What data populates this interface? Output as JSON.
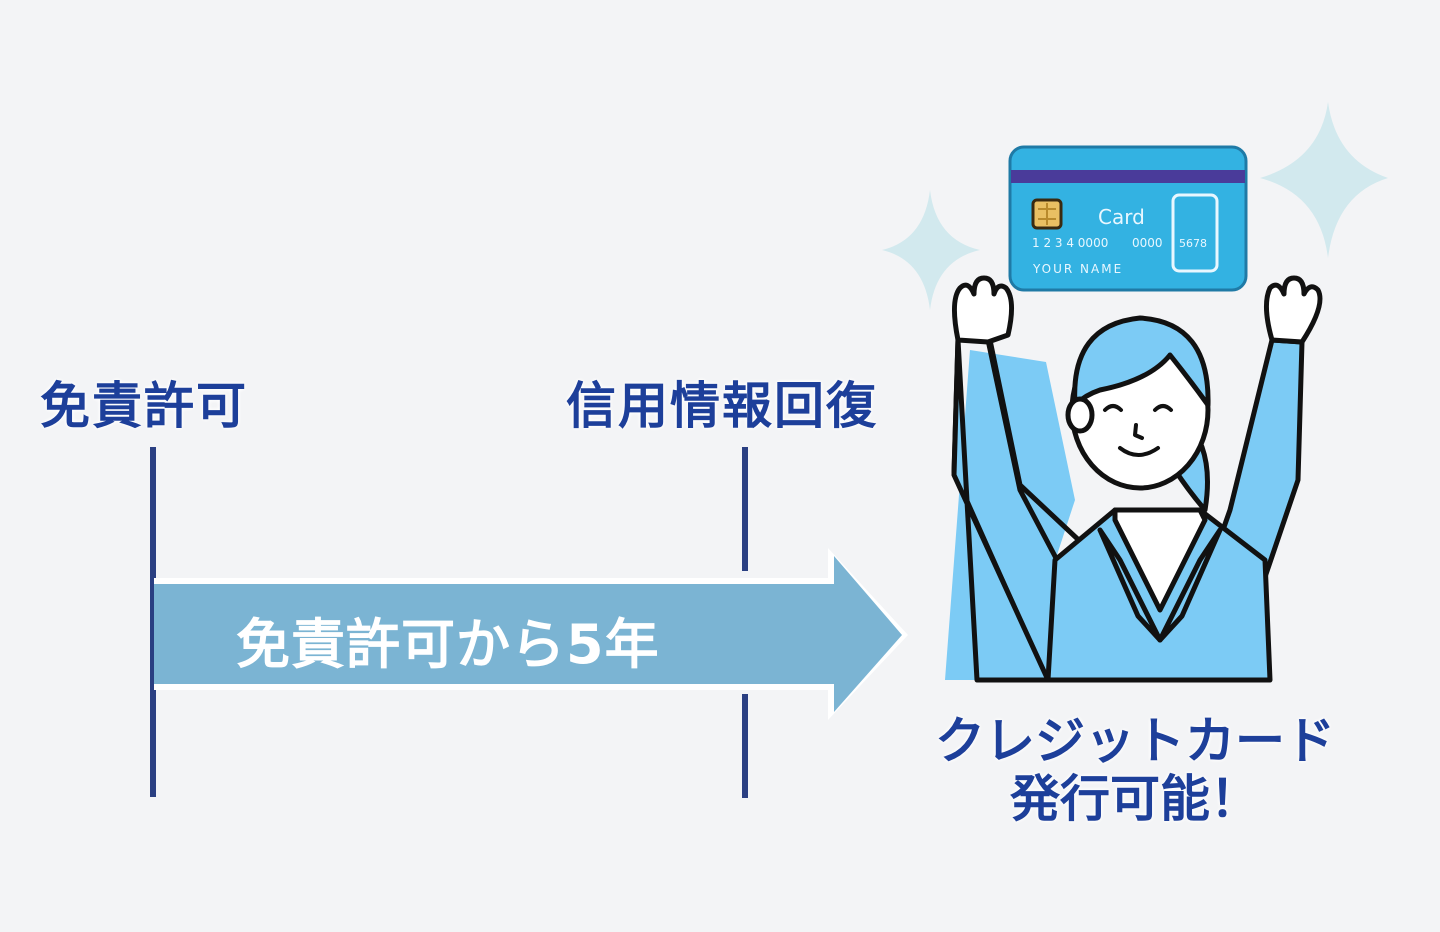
{
  "timeline": {
    "start_label": "免責許可",
    "milestone_label": "信用情報回復",
    "arrow_label": "免責許可から5年",
    "result_line1": "クレジットカード",
    "result_line2": "発行可能！"
  },
  "card": {
    "title": "Card",
    "number_part1": "1 2 3 4 0000",
    "number_part2": "0000",
    "number_part3": "5678",
    "holder": "YOUR   NAME"
  },
  "colors": {
    "background": "#f3f4f6",
    "label_text": "#1d3f9a",
    "timeline_line": "#2a3f82",
    "arrow_fill": "#7bb4d3",
    "card_fill": "#33b2e2",
    "card_stripe": "#4a3b9a",
    "suit_fill": "#7ccbf5",
    "sparkle": "#d2e9ee"
  }
}
